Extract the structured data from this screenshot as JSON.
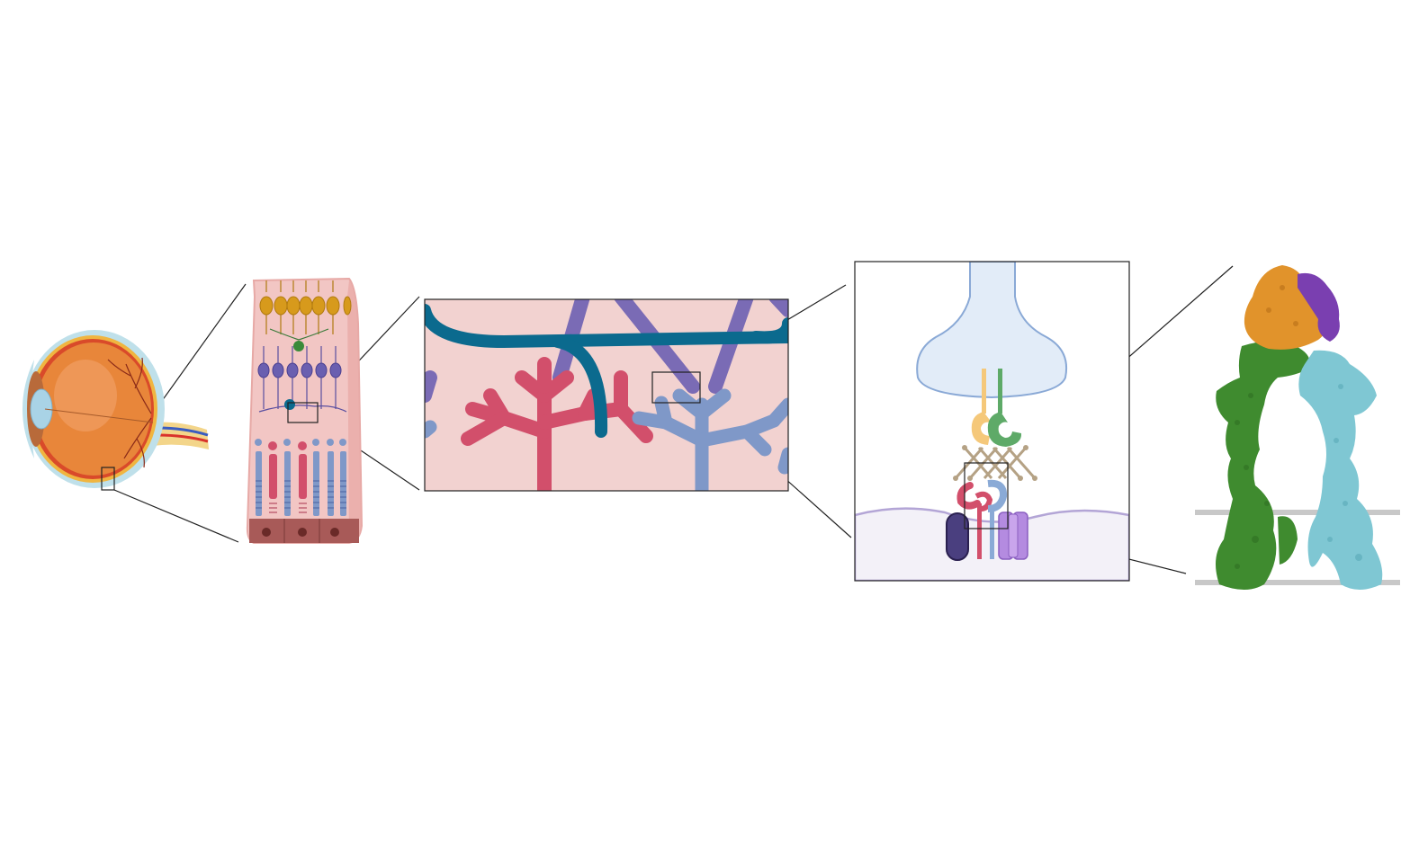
{
  "figure": {
    "panels": [
      {
        "id": "eye",
        "depicts": "eye-cross-section"
      },
      {
        "id": "retina",
        "depicts": "retina-layers"
      },
      {
        "id": "synapse-detail",
        "depicts": "photoreceptor-bipolar-terminals"
      },
      {
        "id": "molecular-synapse",
        "depicts": "synaptic-cleft-protein-complex"
      },
      {
        "id": "cryo-structure",
        "depicts": "protein-density-map"
      }
    ],
    "colors": {
      "eye_orange": "#e8863a",
      "retina_pink": "#f2c6c4",
      "teal_axon": "#0b6a8e",
      "rod_red": "#d24f6b",
      "bipolar_blue": "#7f98c8",
      "purple_process": "#7a6bb5",
      "membrane_fill": "#f3f1f8",
      "cryo_green": "#3f8b2f",
      "cryo_cyan": "#7fc7d3",
      "cryo_orange": "#e1932b",
      "cryo_purple": "#7a3fb0"
    }
  }
}
